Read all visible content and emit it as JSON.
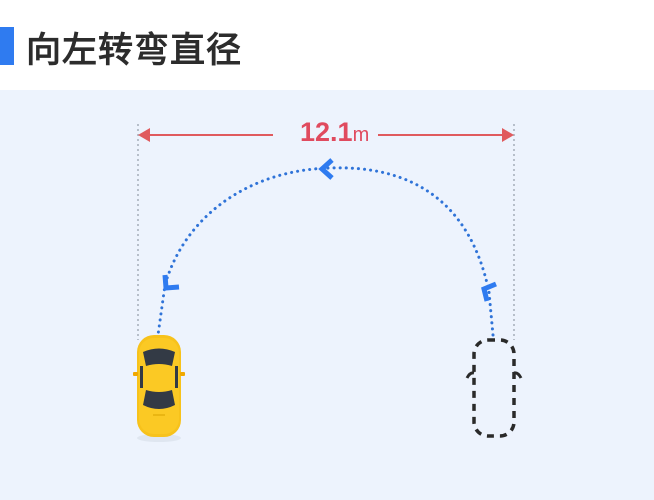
{
  "header": {
    "title": "向左转弯直径",
    "accent_color": "#2f7bf0"
  },
  "diagram": {
    "measurement": {
      "value": "12.1",
      "unit": "m",
      "color": "#e04a5e"
    },
    "path_color": "#2f73d8",
    "arrow_color": "#2f7bf0",
    "vehicle_start": {
      "color": "#f7c21b",
      "label": "yellow-car"
    },
    "vehicle_end": {
      "style": "dashed-outline"
    },
    "background": "#edf3fd"
  }
}
